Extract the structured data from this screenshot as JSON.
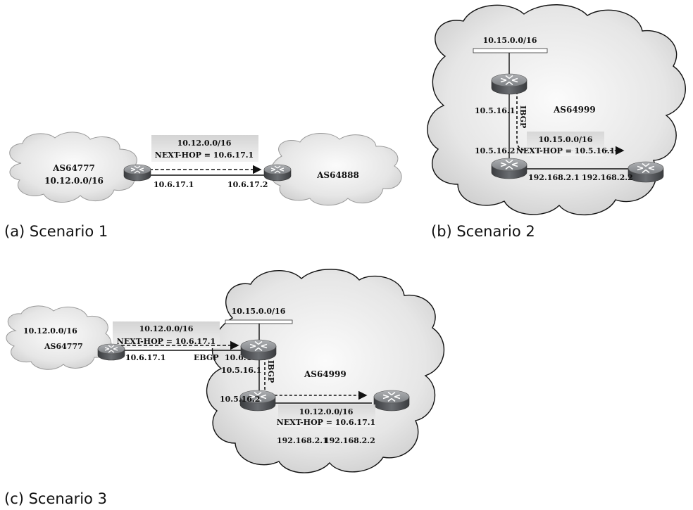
{
  "scenario1": {
    "caption": "(a) Scenario 1",
    "left_as": "AS64777",
    "left_prefix": "10.12.0.0/16",
    "right_as": "AS64888",
    "announce_prefix": "10.12.0.0/16",
    "announce_nexthop": "NEXT-HOP = 10.6.17.1",
    "left_ip": "10.6.17.1",
    "right_ip": "10.6.17.2"
  },
  "scenario2": {
    "caption": "(b) Scenario 2",
    "as_name": "AS64999",
    "lan_prefix": "10.15.0.0/16",
    "r1_ip": "10.5.16.1",
    "r2_ip": "10.5.16.2",
    "r2_ext_ip": "192.168.2.1",
    "peer_ip": "192.168.2.2",
    "ibgp_label": "IBGP",
    "announce_prefix": "10.15.0.0/16",
    "announce_nexthop": "NEXT-HOP = 10.5.16.1"
  },
  "scenario3": {
    "caption": "(c) Scenario 3",
    "left_prefix": "10.12.0.0/16",
    "left_as": "AS64777",
    "ebgp_prefix": "10.12.0.0/16",
    "ebgp_nexthop": "NEXT-HOP = 10.6.17.1",
    "left_ip": "10.6.17.1",
    "ebgp_label": "EBGP",
    "r1_ext_ip": "10.6.17.3",
    "lan_prefix": "10.15.0.0/16",
    "as_name": "AS64999",
    "r1_ip": "10.5.16.1",
    "ibgp_label": "IBGP",
    "r2_ip": "10.5.16.2",
    "r2_ext_ip": "192.168.2.1",
    "peer_ip": "192.168.2.2",
    "ibgp_prefix": "10.12.0.0/16",
    "ibgp_nexthop": "NEXT-HOP = 10.6.17.1"
  },
  "icons": [
    "router-icon",
    "cloud-shape",
    "lan-bar"
  ]
}
